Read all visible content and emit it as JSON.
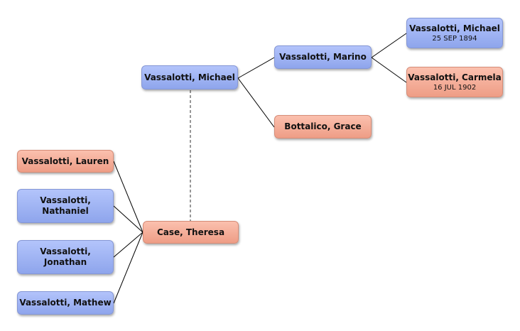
{
  "people": {
    "michael_root": {
      "name": "Vassalotti, Michael"
    },
    "marino": {
      "name": "Vassalotti, Marino"
    },
    "grace": {
      "name": "Bottalico, Grace"
    },
    "michael_sr": {
      "name": "Vassalotti, Michael",
      "date": "25 SEP 1894"
    },
    "carmela": {
      "name": "Vassalotti, Carmela",
      "date": "16 JUL 1902"
    },
    "theresa": {
      "name": "Case, Theresa"
    },
    "lauren": {
      "name": "Vassalotti, Lauren"
    },
    "nathaniel": {
      "name": "Vassalotti, Nathaniel"
    },
    "jonathan": {
      "name": "Vassalotti, Jonathan"
    },
    "mathew": {
      "name": "Vassalotti, Mathew"
    }
  },
  "colors": {
    "male": "#9eb2f3",
    "female": "#f3ad98",
    "line": "#000000",
    "spouse_line": "#777777"
  }
}
